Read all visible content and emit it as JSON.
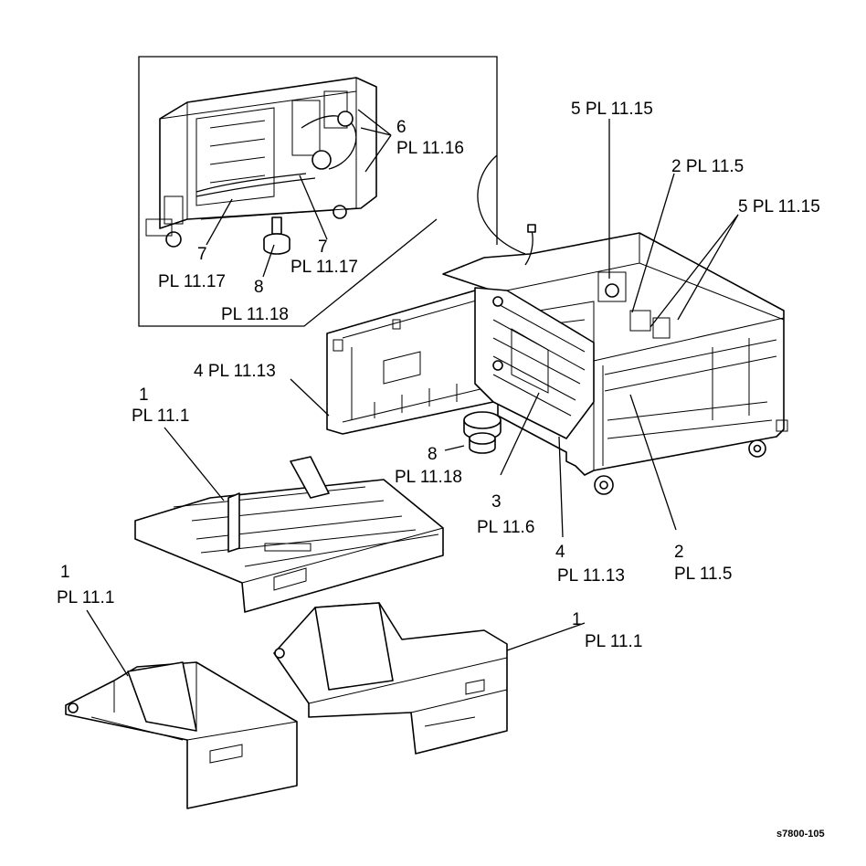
{
  "callouts": {
    "c_5_top": "5 PL 11.15",
    "c_2_top": "2 PL 11.5",
    "c_5_right": "5 PL 11.15",
    "c_6_num": "6",
    "c_6_ref": "PL 11.16",
    "c_7a_num": "7",
    "c_7a_ref": "PL 11.17",
    "c_7b_num": "7",
    "c_7b_ref": "PL 11.17",
    "c_8a_num": "8",
    "c_8a_ref": "PL 11.18",
    "c_4a": "4 PL 11.13",
    "c_1a_num": "1",
    "c_1a_ref": "PL 11.1",
    "c_8b_num": "8",
    "c_8b_ref": "PL 11.18",
    "c_3_num": "3",
    "c_3_ref": "PL 11.6",
    "c_4b_num": "4",
    "c_4b_ref": "PL 11.13",
    "c_2b_num": "2",
    "c_2b_ref": "PL 11.5",
    "c_1b_num": "1",
    "c_1b_ref": "PL 11.1",
    "c_1c_num": "1",
    "c_1c_ref": "PL 11.1"
  },
  "figure_id": "s7800-105"
}
